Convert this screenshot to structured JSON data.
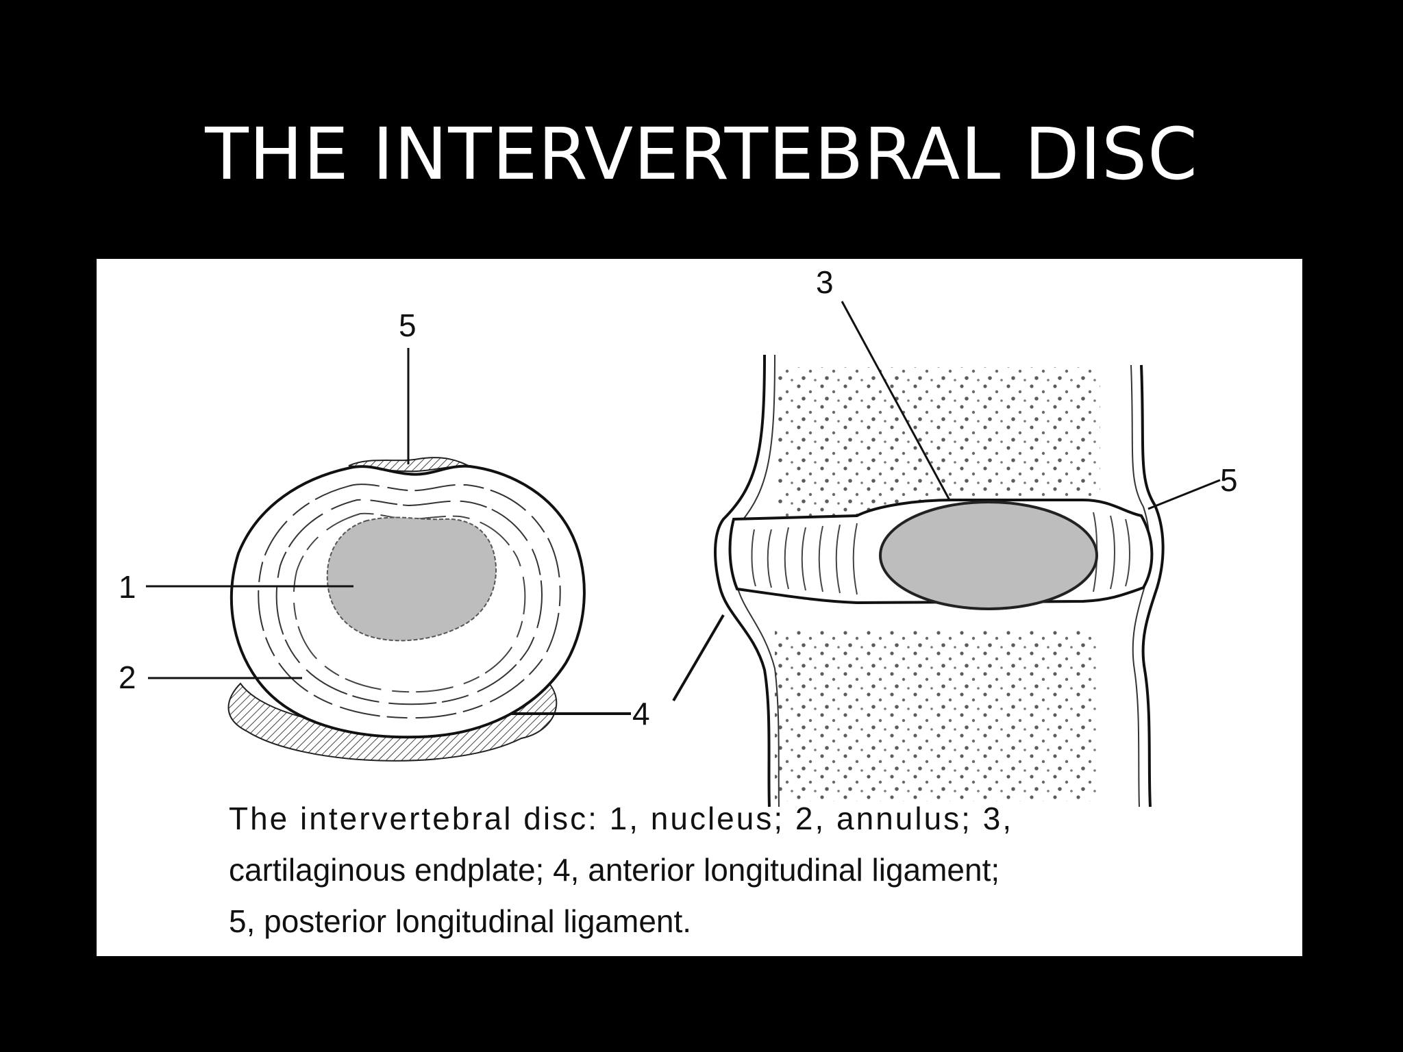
{
  "slide": {
    "title": "THE INTERVERTEBRAL DISC"
  },
  "figure": {
    "axial_view": {
      "callouts": [
        "5",
        "1",
        "2",
        "4"
      ]
    },
    "sagittal_view": {
      "callouts": [
        "3",
        "5"
      ]
    },
    "caption_lines": [
      "The intervertebral disc: 1, nucleus; 2, annulus; 3,",
      "cartilaginous endplate; 4, anterior longitudinal ligament;",
      "5, posterior longitudinal ligament."
    ],
    "colors": {
      "nucleus_fill": "#bdbdbd",
      "ink": "#111111",
      "panel": "#ffffff",
      "background": "#000000"
    }
  }
}
